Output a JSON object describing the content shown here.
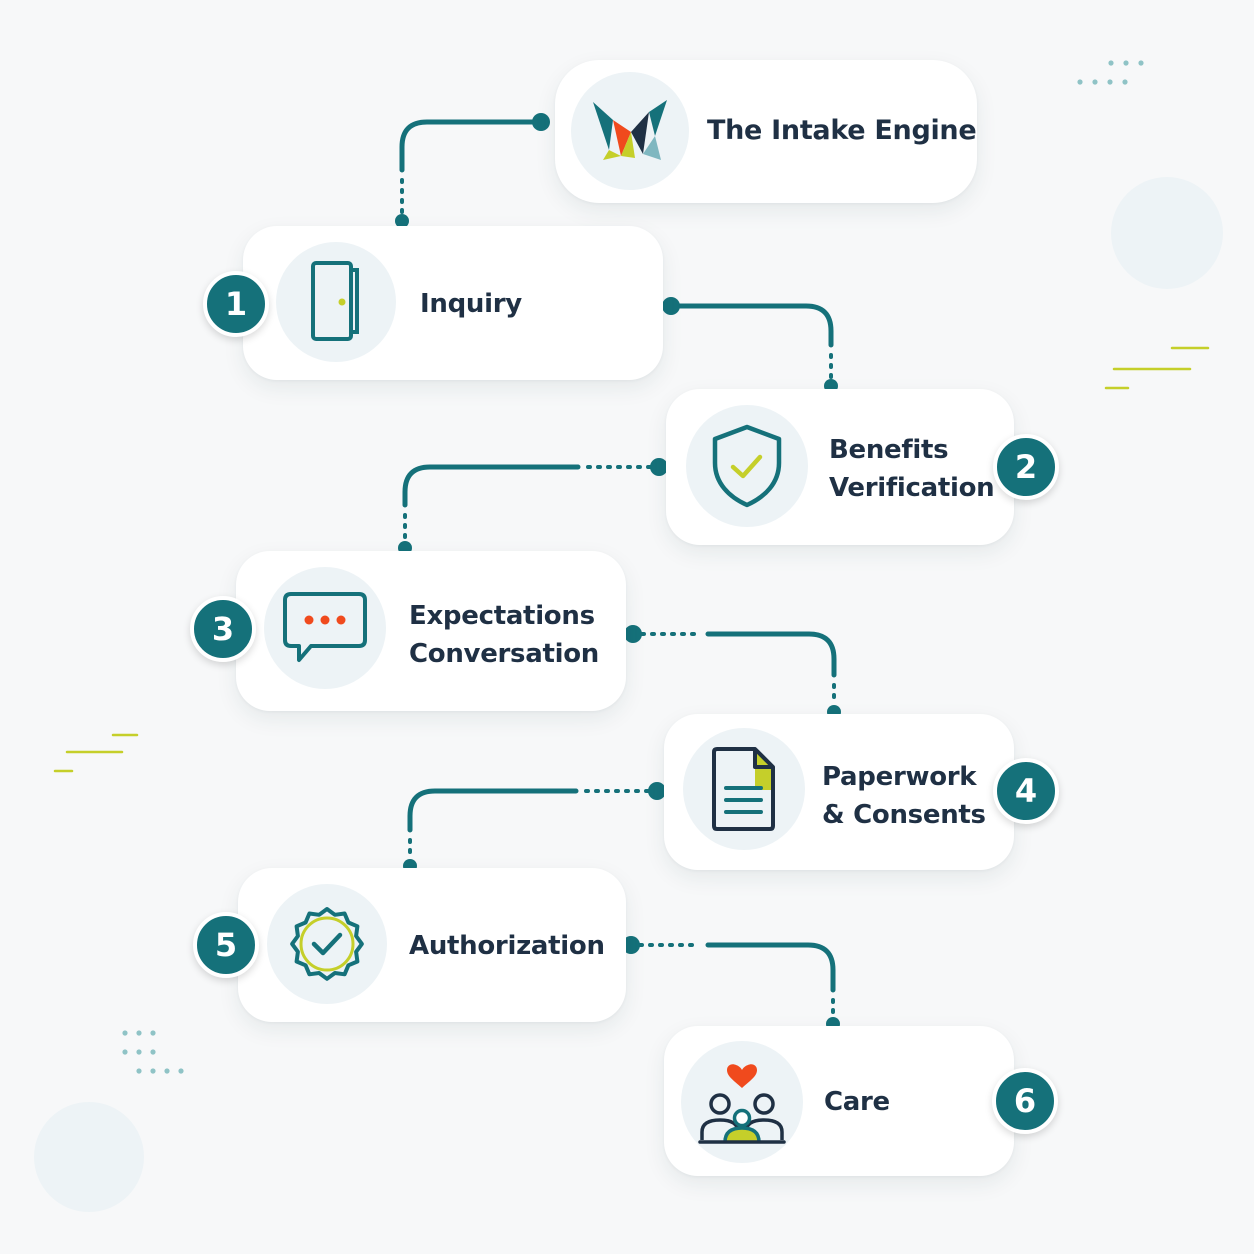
{
  "header": {
    "title": "The Intake Engine"
  },
  "steps": [
    {
      "number": "1",
      "line1": "Inquiry",
      "line2": "",
      "icon": "door-icon"
    },
    {
      "number": "2",
      "line1": "Benefits",
      "line2": "Verification",
      "icon": "shield-check-icon"
    },
    {
      "number": "3",
      "line1": "Expectations",
      "line2": "Conversation",
      "icon": "chat-bubble-icon"
    },
    {
      "number": "4",
      "line1": "Paperwork",
      "line2": "& Consents",
      "icon": "document-icon"
    },
    {
      "number": "5",
      "line1": "Authorization",
      "line2": "",
      "icon": "badge-check-icon"
    },
    {
      "number": "6",
      "line1": "Care",
      "line2": "",
      "icon": "people-heart-icon"
    }
  ],
  "colors": {
    "teal": "#15717a",
    "navy": "#1f3044",
    "lime": "#c5cf2a",
    "orange": "#f04a1d",
    "background": "#f7f8f9"
  }
}
